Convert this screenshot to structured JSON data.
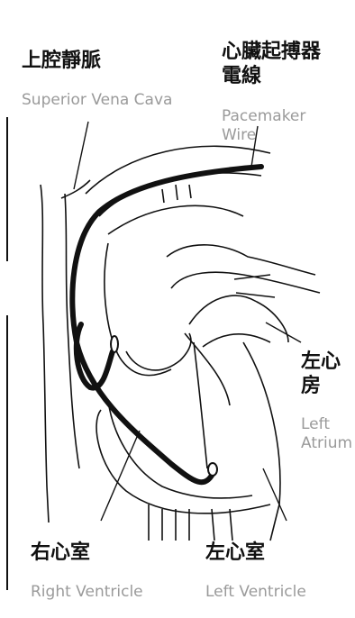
{
  "colors": {
    "ink": "#111111",
    "caption": "#9a9a9a",
    "background": "#ffffff"
  },
  "labels": {
    "svc": {
      "zh": "上腔靜脈",
      "en": "Superior Vena Cava"
    },
    "wire": {
      "zh": "心臟起搏器\n電線",
      "en": "Pacemaker\nWire"
    },
    "la": {
      "zh": "左心房",
      "en": "Left\nAtrium"
    },
    "rv": {
      "zh": "右心室",
      "en": "Right Ventricle"
    },
    "lv": {
      "zh": "左心室",
      "en": "Left Ventricle"
    }
  }
}
